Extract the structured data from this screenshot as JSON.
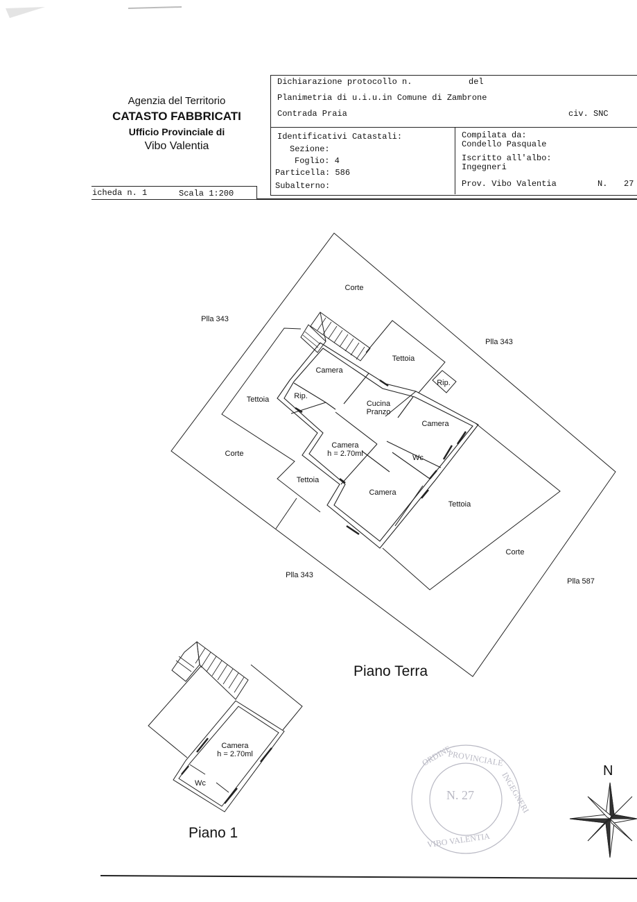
{
  "header": {
    "agency_line1": "Agenzia del Territorio",
    "agency_line2": "CATASTO FABBRICATI",
    "agency_line3": "Ufficio Provinciale di",
    "agency_line4": "Vibo Valentia",
    "scheda": "icheda n. 1",
    "scala": "Scala 1:200",
    "dichiarazione": "Dichiarazione protocollo n.",
    "del": "del",
    "planimetria": "Planimetria di u.i.u.in Comune di Zambrone",
    "contrada": "Contrada Praia",
    "civ": "civ. SNC",
    "identificativi": "Identificativi Catastali:",
    "sezione": "Sezione:",
    "foglio": "Foglio: 4",
    "particella": "Particella: 586",
    "subalterno": "Subalterno:",
    "compilata": "Compilata da:",
    "compilatore": "Condello Pasquale",
    "iscritto": "Iscritto all'albo:",
    "albo": "Ingegneri",
    "prov": "Prov. Vibo Valentia",
    "n_label": "N.",
    "n_value": "27"
  },
  "ground_floor": {
    "title": "Piano Terra",
    "labels": {
      "corte_top": "Corte",
      "corte_left": "Corte",
      "corte_right": "Corte",
      "plla_343_topleft": "Plla 343",
      "plla_343_topright": "Plla 343",
      "plla_343_bottom": "Plla 343",
      "plla_587": "Plla 587",
      "tettoia_top": "Tettoia",
      "tettoia_left": "Tettoia",
      "tettoia_small": "Tettoia",
      "tettoia_right": "Tettoia",
      "camera_top": "Camera",
      "rip_left": "Rip.",
      "rip_right": "Rip.",
      "cucina_line1": "Cucina",
      "cucina_line2": "Pranzo",
      "camera_right": "Camera",
      "camera_center": "Camera",
      "camera_center_h": "h = 2.70ml",
      "wc": "Wc",
      "camera_bottom": "Camera"
    }
  },
  "first_floor": {
    "title": "Piano 1",
    "camera": "Camera",
    "camera_h": "h = 2.70ml",
    "wc": "Wc"
  },
  "stamp": {
    "number": "N. 27",
    "city": "VIBO VALENTIA"
  },
  "compass": {
    "north": "N"
  }
}
